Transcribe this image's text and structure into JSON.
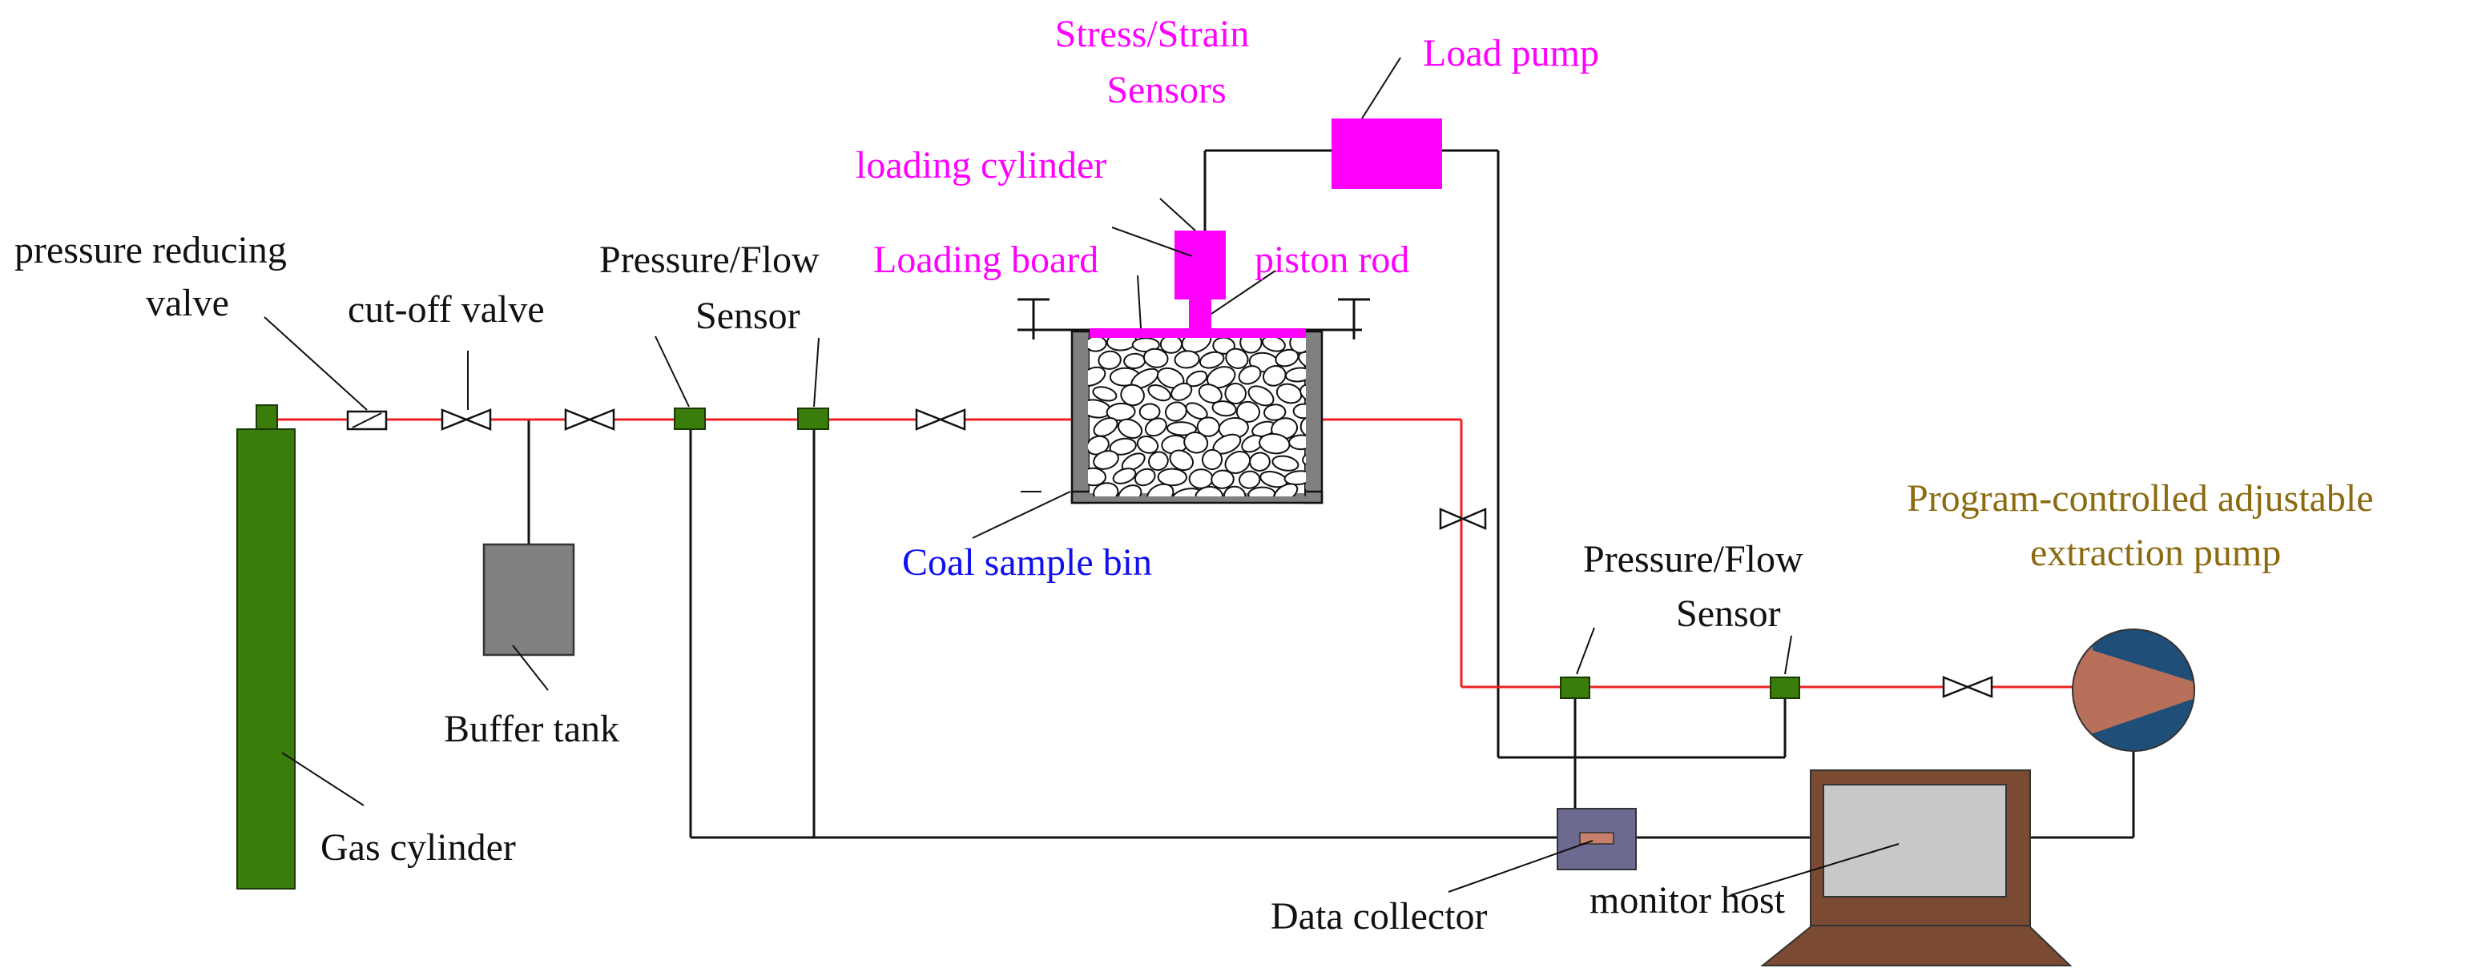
{
  "labels": {
    "stress_strain_sensors_line1": "Stress/Strain",
    "stress_strain_sensors_line2": "Sensors",
    "load_pump": "Load pump",
    "loading_cylinder": "loading cylinder",
    "loading_board": "Loading board",
    "piston_rod": "piston rod",
    "pressure_reducing_valve_line1": "pressure reducing",
    "pressure_reducing_valve_line2": "valve",
    "cut_off_valve": "cut-off valve",
    "pressure_flow_sensor_1_line1": "Pressure/Flow",
    "pressure_flow_sensor_1_line2": "Sensor",
    "coal_sample_bin": "Coal sample bin",
    "buffer_tank": "Buffer tank",
    "gas_cylinder": "Gas cylinder",
    "pressure_flow_sensor_2_line1": "Pressure/Flow",
    "pressure_flow_sensor_2_line2": "Sensor",
    "extraction_pump_line1": "Program-controlled adjustable",
    "extraction_pump_line2": "extraction pump",
    "data_collector": "Data collector",
    "monitor_host": "monitor host"
  },
  "colors": {
    "gas_line": "#ee2222",
    "signal_line": "#111111",
    "gas_cylinder": "#3a7d0a",
    "sensor": "#3a7d0a",
    "buffer_tank": "#808080",
    "loading_parts": "#ff00ff",
    "bin_wall": "#808080",
    "data_collector": "#6c6a90",
    "monitor_frame": "#7b4a32",
    "monitor_screen": "#c8c8c8",
    "pump_body": "#b8705a",
    "pump_blades": "#1f4e79",
    "label_magenta": "#ff00ff",
    "label_blue": "#1010ee",
    "label_olive": "#8b6a10",
    "label_black": "#111111"
  },
  "icons": [
    "gas-cylinder-icon",
    "pressure-reducing-valve-icon",
    "cut-off-valve-icon",
    "sensor-icon",
    "buffer-tank-icon",
    "coal-sample-bin-icon",
    "loading-cylinder-icon",
    "load-pump-icon",
    "extraction-pump-icon",
    "data-collector-icon",
    "monitor-icon"
  ]
}
